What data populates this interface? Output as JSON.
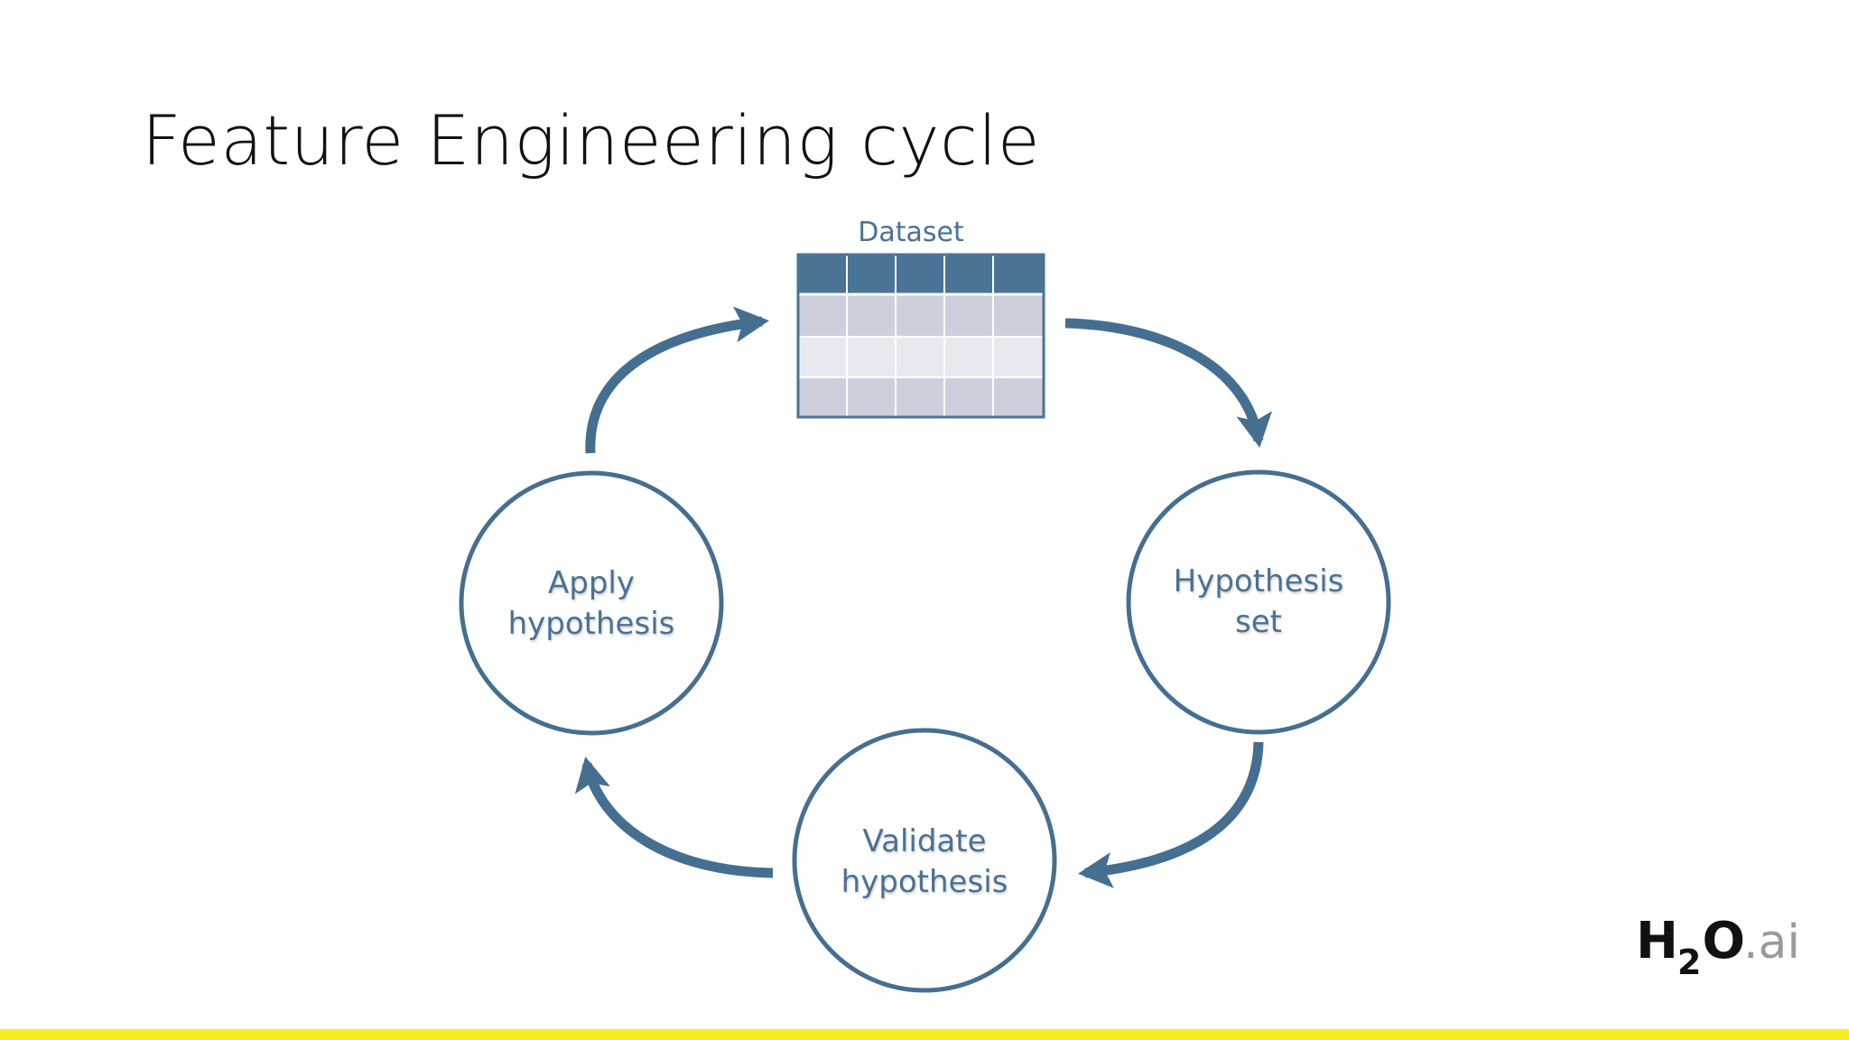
{
  "slide": {
    "title": "Feature Engineering cycle"
  },
  "diagram": {
    "dataset": {
      "label": "Dataset",
      "columns": 5,
      "body_rows": 3
    },
    "nodes": [
      {
        "id": "hypothesis-set",
        "lines": [
          "Hypothesis",
          "set"
        ]
      },
      {
        "id": "validate-hypothesis",
        "lines": [
          "Validate",
          "hypothesis"
        ]
      },
      {
        "id": "apply-hypothesis",
        "lines": [
          "Apply",
          "hypothesis"
        ]
      }
    ],
    "colors": {
      "stroke": "#456f90",
      "text": "#4a7194",
      "table_header": "#4a7396",
      "table_row_dark": "#cdd0dc",
      "table_row_light": "#e8e9f0"
    }
  },
  "logo": {
    "main": "H",
    "subscript": "2",
    "main_end": "O",
    "suffix": ".ai"
  },
  "footer": {
    "bar_color": "#f5ec1b"
  }
}
